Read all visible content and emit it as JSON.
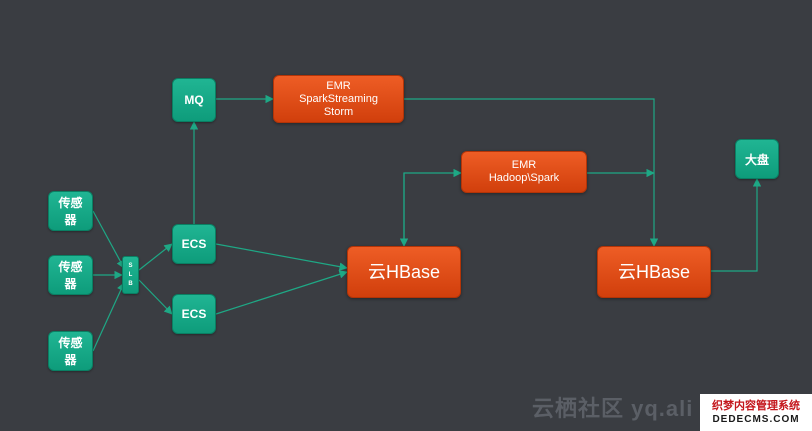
{
  "nodes": {
    "sensor_1": "传感\n器",
    "sensor_2": "传感\n器",
    "sensor_3": "传感\n器",
    "slb": "S\nL\nB",
    "ecs_1": "ECS",
    "ecs_2": "ECS",
    "mq": "MQ",
    "emr_streaming": "EMR\nSparkStreaming\nStorm",
    "emr_batch": "EMR\nHadoop\\Spark",
    "hbase_1": "云HBase",
    "hbase_2": "云HBase",
    "dashboard": "大盘"
  },
  "edges": [
    [
      "sensor_1",
      "slb"
    ],
    [
      "sensor_2",
      "slb"
    ],
    [
      "sensor_3",
      "slb"
    ],
    [
      "slb",
      "ecs_1"
    ],
    [
      "slb",
      "ecs_2"
    ],
    [
      "ecs_1",
      "mq"
    ],
    [
      "ecs_1",
      "hbase_1"
    ],
    [
      "ecs_2",
      "hbase_1"
    ],
    [
      "mq",
      "emr_streaming"
    ],
    [
      "emr_streaming",
      "hbase_2"
    ],
    [
      "hbase_1",
      "emr_batch"
    ],
    [
      "emr_batch",
      "hbase_1"
    ],
    [
      "emr_batch",
      "hbase_2"
    ],
    [
      "hbase_2",
      "dashboard"
    ]
  ],
  "colors": {
    "background": "#3a3d42",
    "green_node": "#13a584",
    "orange_node": "#e24e17",
    "edge": "#1ea885"
  },
  "watermark": {
    "text": "云栖社区 yq.ali",
    "badge_line1": "织梦内容管理系统",
    "badge_line2": "DEDECMS.COM"
  }
}
